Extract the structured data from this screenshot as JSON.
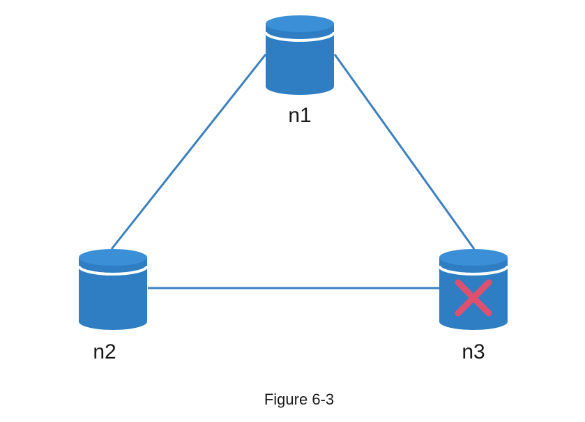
{
  "diagram": {
    "nodes": [
      {
        "id": "n1",
        "label": "n1",
        "failed": false
      },
      {
        "id": "n2",
        "label": "n2",
        "failed": false
      },
      {
        "id": "n3",
        "label": "n3",
        "failed": true
      }
    ],
    "edges": [
      {
        "from": "n1",
        "to": "n2"
      },
      {
        "from": "n1",
        "to": "n3"
      },
      {
        "from": "n2",
        "to": "n3"
      }
    ],
    "caption": "Figure 6-3"
  },
  "colors": {
    "node_body": "#2f7ec3",
    "node_top": "#3a8fd6",
    "node_ring": "#ffffff",
    "edge": "#3c7fc0",
    "failure_mark": "#e0506e",
    "text": "#1a1a1a"
  },
  "icons": {
    "node": "database-cylinder-icon",
    "failure": "x-mark-icon"
  }
}
